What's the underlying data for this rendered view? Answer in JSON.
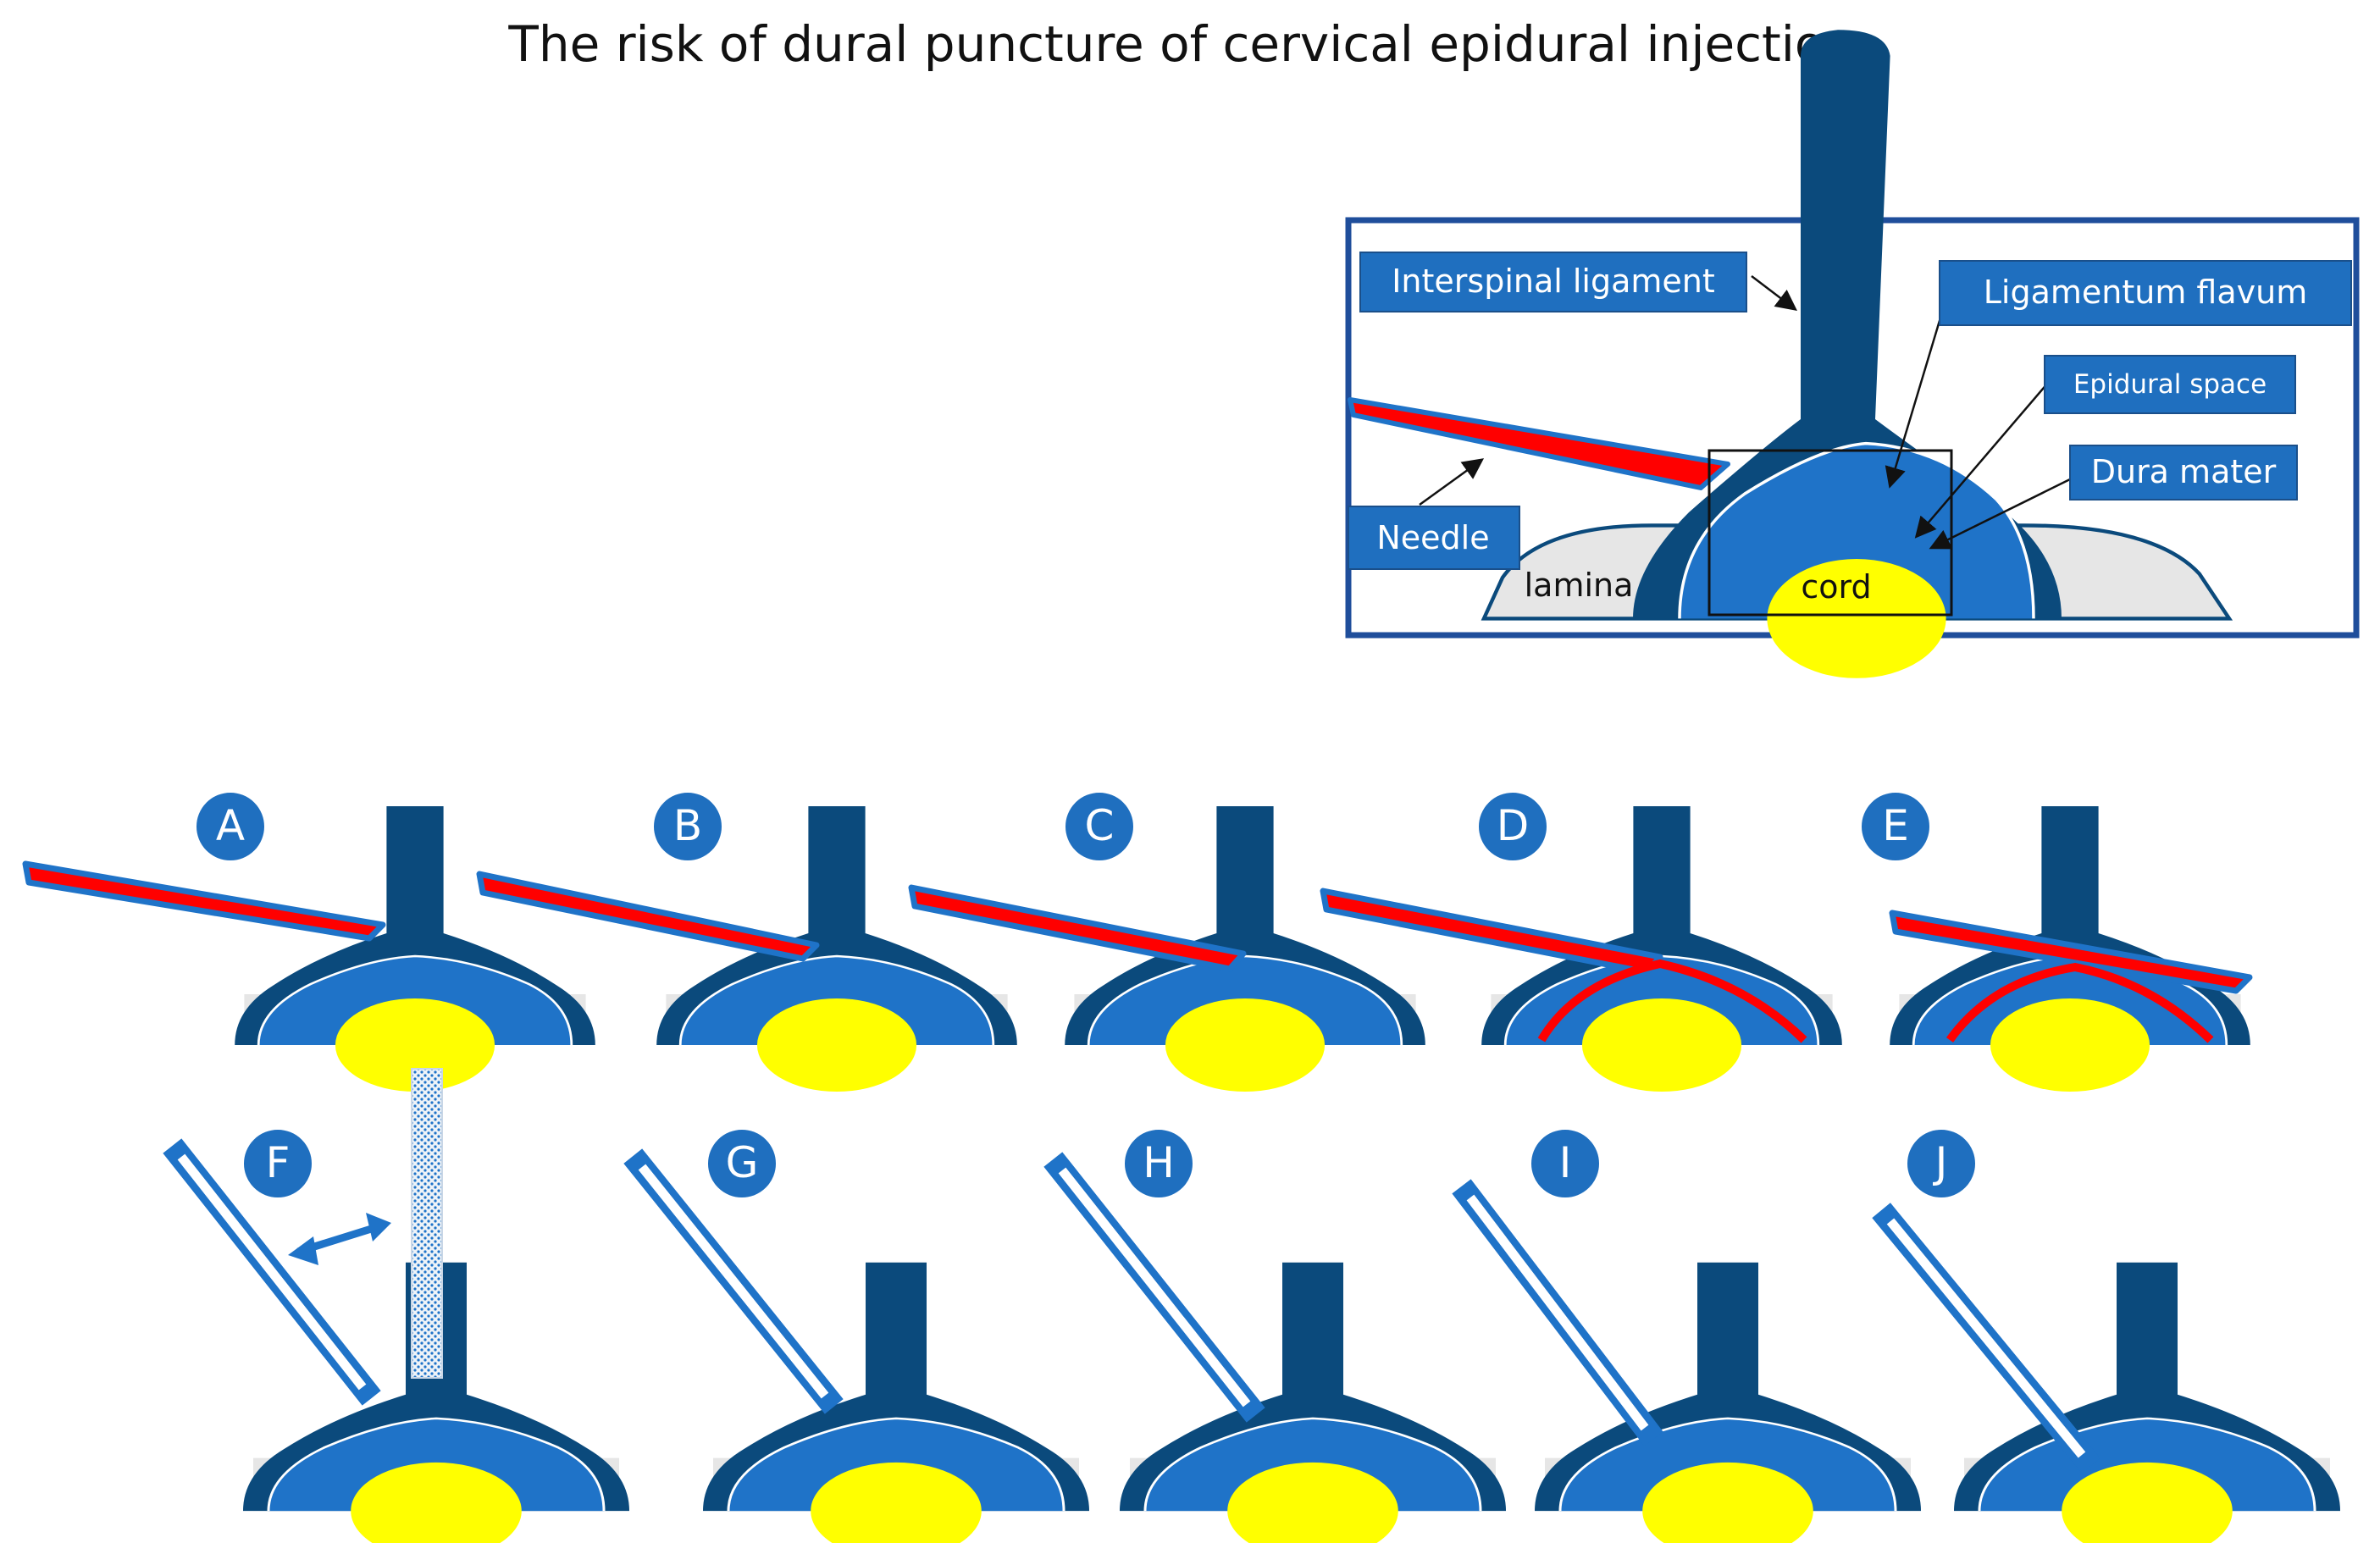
{
  "title": "The risk of dural puncture of cervical epidural injection.",
  "inset": {
    "interspinal_ligament": "Interspinal ligament",
    "ligamentum_flavum": "Ligamentum flavum",
    "epidural_space": "Epidural space",
    "dura_mater": "Dura mater",
    "needle": "Needle",
    "lamina": "lamina",
    "cord": "cord"
  },
  "panels": {
    "a": "A",
    "b": "B",
    "c": "C",
    "d": "D",
    "e": "E",
    "f": "F",
    "g": "G",
    "h": "H",
    "i": "I",
    "j": "J"
  },
  "colors": {
    "ligament": "#0b4a7c",
    "dura": "#1f73c8",
    "cord": "#ffff00",
    "needle_fill": "#ff0000",
    "needle_edge": "#1f73c8",
    "lamina": "#e6e6e6",
    "label_bg": "#1f6fbf",
    "inset_border": "#1f4e9b"
  }
}
